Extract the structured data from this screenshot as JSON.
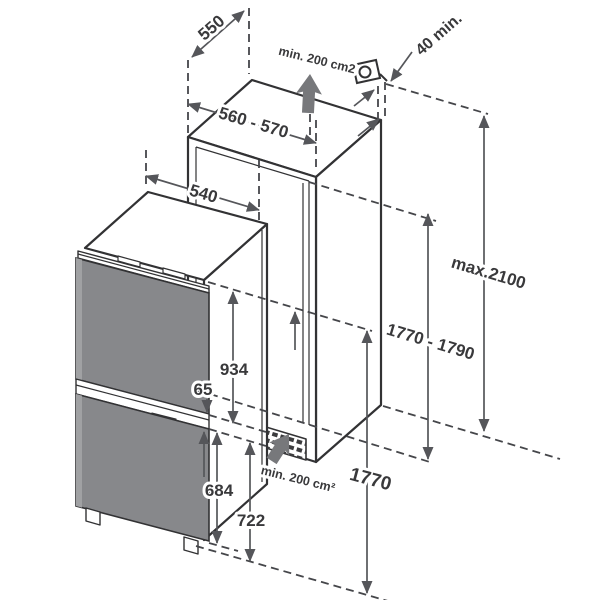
{
  "diagram": {
    "subject": "built-in fridge-freezer niche installation dimensions",
    "labels": {
      "niche_depth": "550",
      "niche_width": "560 - 570",
      "appliance_width": "540",
      "top_clearance": "40 min.",
      "vent_top": "min. 200 cm2",
      "vent_bottom": "min. 200 cm²",
      "max_height": "max.2100",
      "niche_height": "1770 - 1790",
      "upper_door_height": "934",
      "door_gap": "65",
      "lower_door_height": "684",
      "lower_section_height": "722",
      "appliance_height": "1770"
    },
    "icons": {
      "power_outlet": "power-outlet",
      "airflow_top": "airflow-arrow-up",
      "airflow_bottom": "airflow-arrow-into-vent"
    },
    "colors": {
      "outline": "#323234",
      "dimension": "#55565a",
      "door_panel": "#87888b",
      "door_highlight": "#a0a1a3",
      "divider_latch": "#5a5b5e",
      "airflow_arrow": "#77787b",
      "text": "#39393b",
      "background": "#ffffff"
    }
  }
}
